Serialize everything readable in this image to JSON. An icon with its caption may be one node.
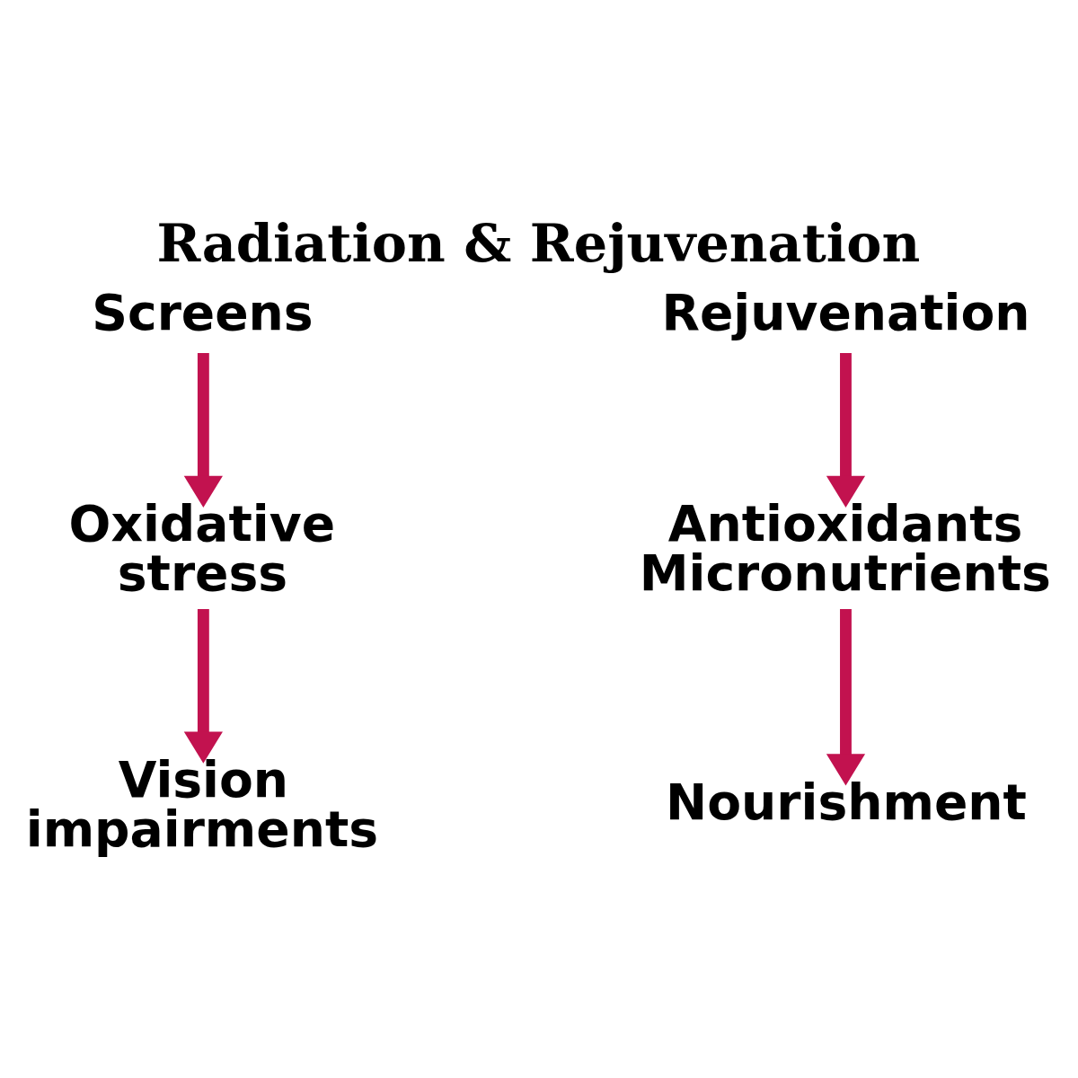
{
  "diagram": {
    "title": "Radiation & Rejuvenation",
    "nodes": [
      {
        "text": [
          "Screens"
        ]
      },
      {
        "text": [
          "Oxidative stress"
        ]
      },
      {
        "text": [
          "Vision impairments"
        ]
      },
      {
        "text": [
          "Rejuvenation"
        ]
      },
      {
        "text": [
          "Antioxidants",
          "Micronutrients"
        ]
      },
      {
        "text": [
          "Nourishment"
        ]
      }
    ],
    "edges": [
      {
        "from": 0,
        "to": 1,
        "arrow": "to"
      },
      {
        "from": 1,
        "to": 2,
        "arrow": "to"
      },
      {
        "from": 3,
        "to": 4,
        "arrow": "to"
      },
      {
        "from": 4,
        "to": 5,
        "arrow": "to"
      }
    ]
  }
}
